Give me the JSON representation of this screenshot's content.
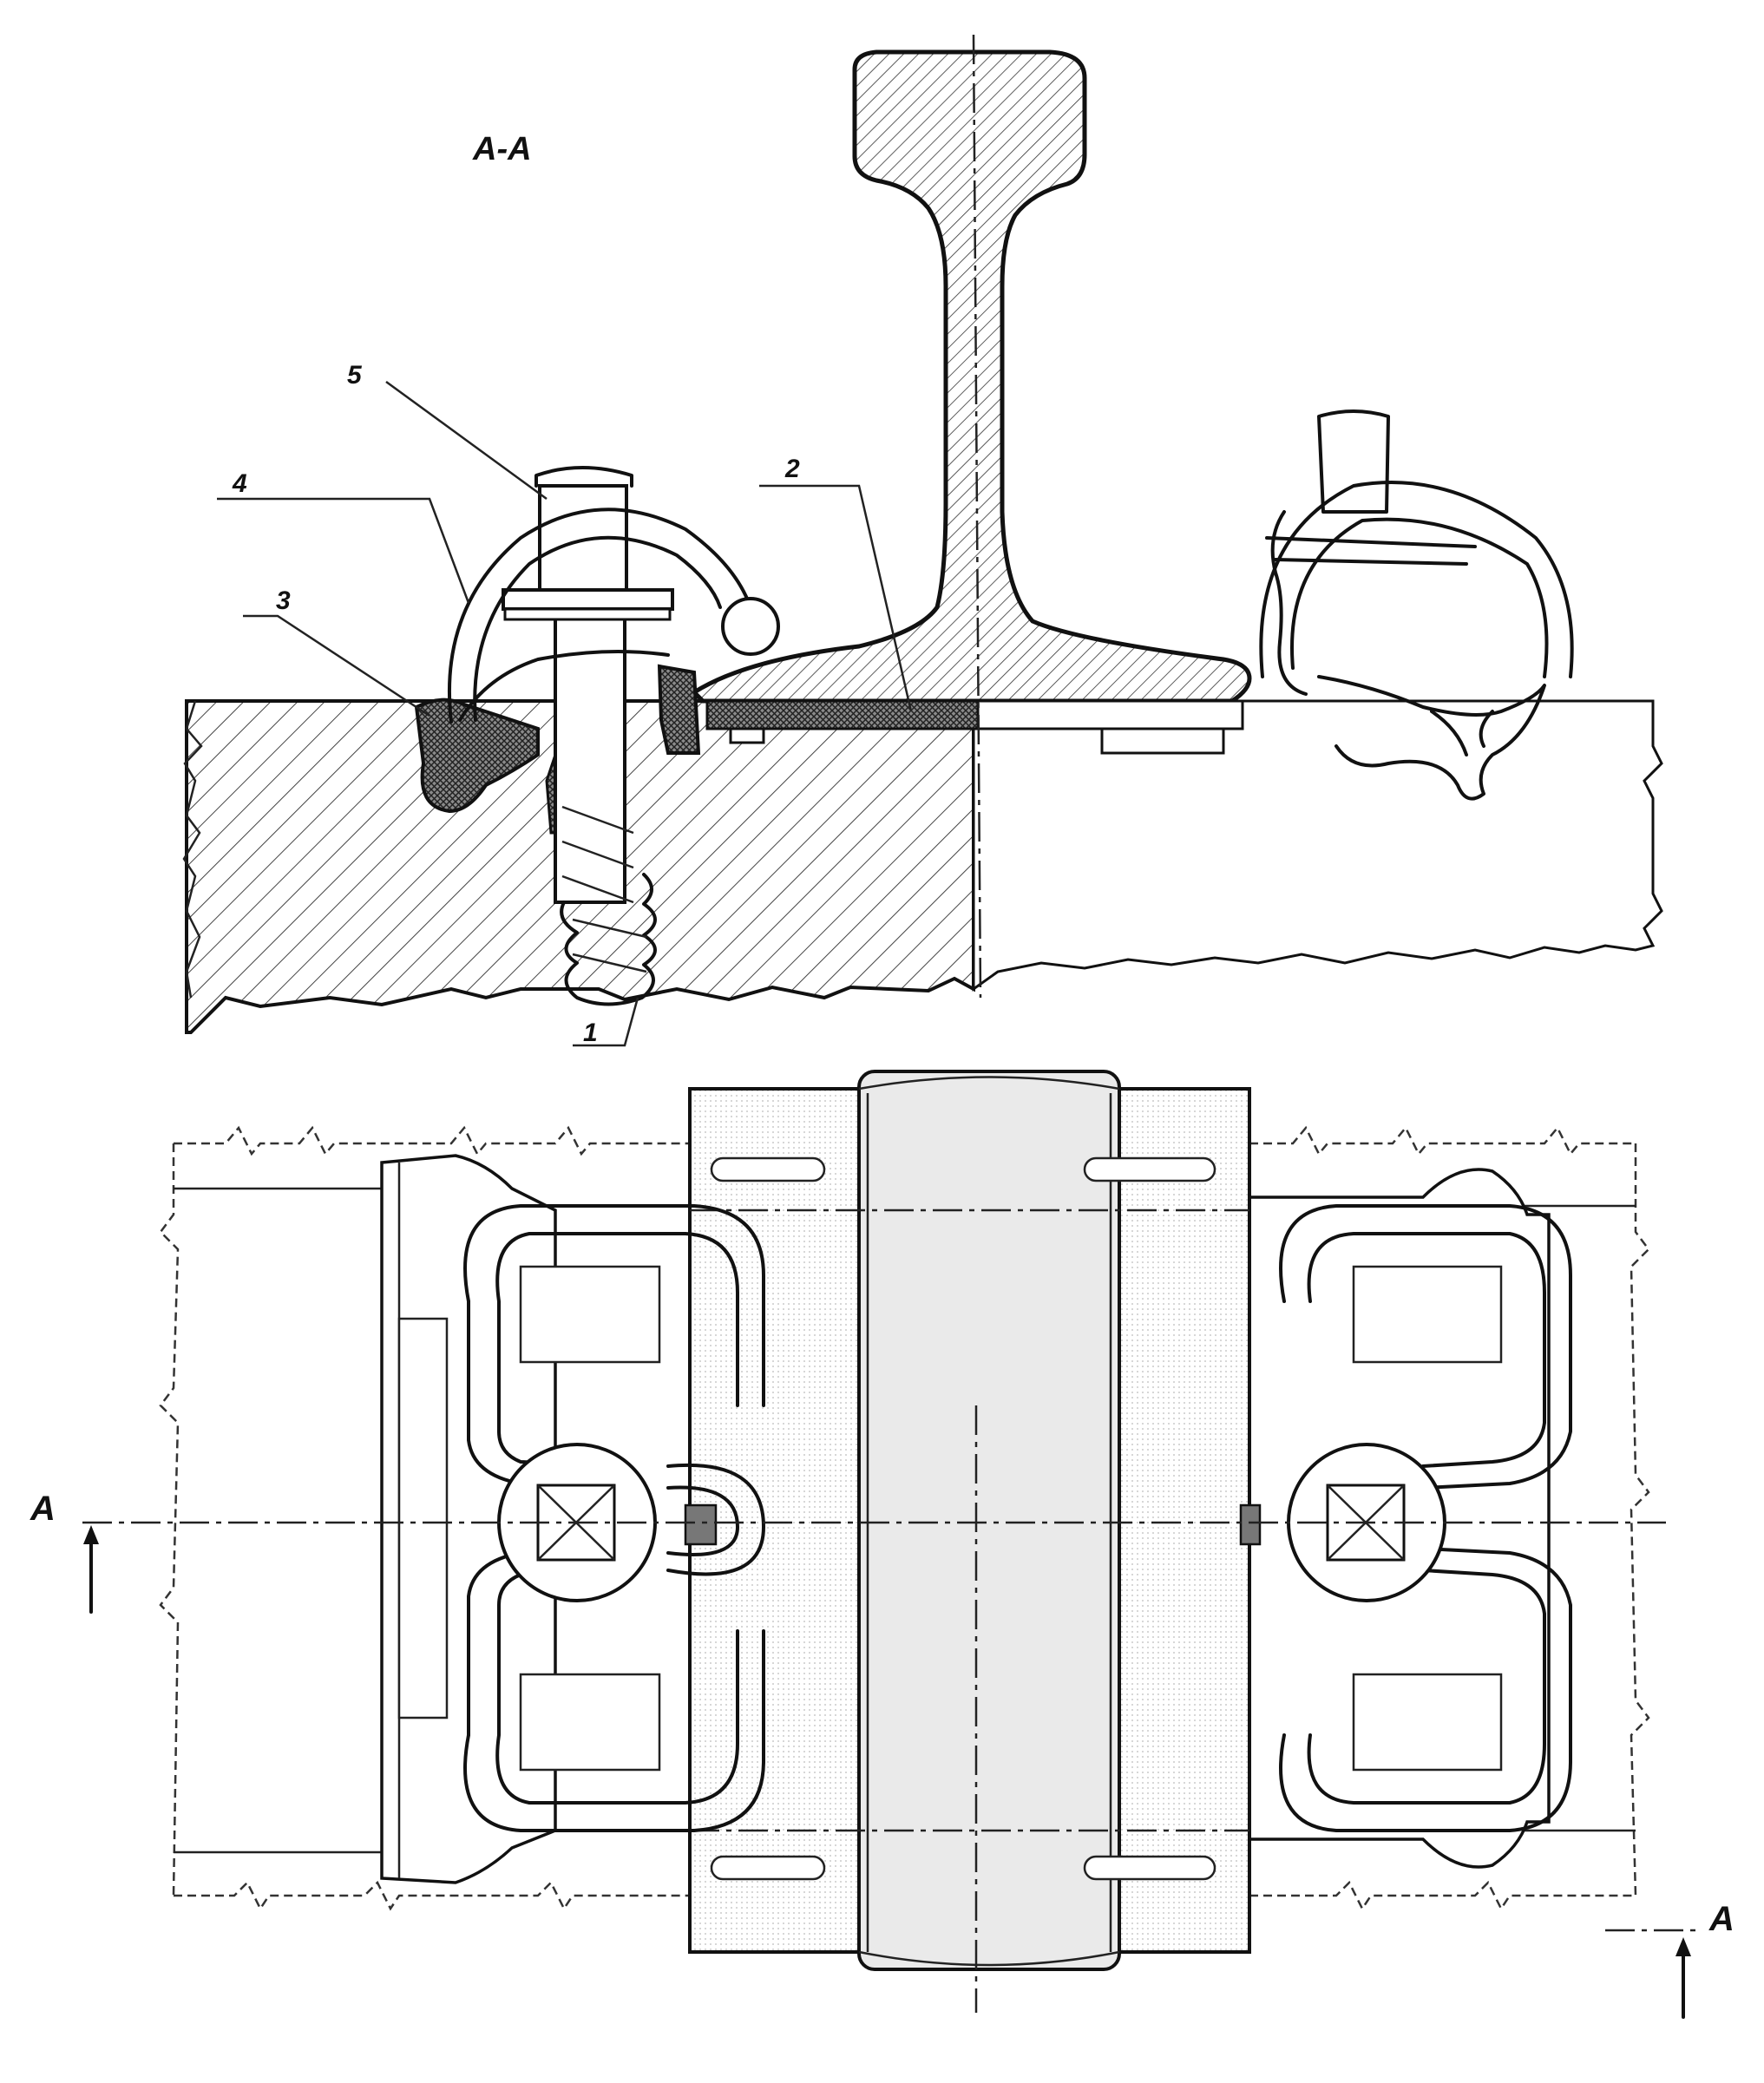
{
  "section_title": "A-A",
  "callouts": [
    "1",
    "2",
    "3",
    "4",
    "5"
  ],
  "section_marker_left": "A",
  "section_marker_right": "A"
}
